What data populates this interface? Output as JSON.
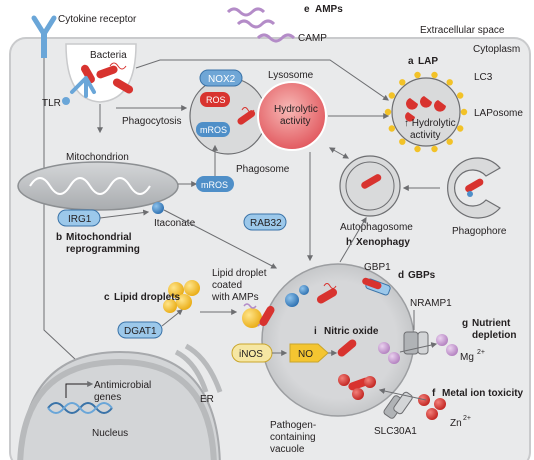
{
  "labels": {
    "cytokine_receptor": "Cytokine receptor",
    "camp": "CAMP",
    "extracellular_space": "Extracellular space",
    "cytoplasm": "Cytoplasm",
    "bacteria": "Bacteria",
    "tlr": "TLR",
    "phagocytosis": "Phagocytosis",
    "nox2": "NOX2",
    "ros": "ROS",
    "mros": "mROS",
    "lysosome": "Lysosome",
    "hydrolytic_activity_line1": "Hydrolytic",
    "hydrolytic_activity_line2": "activity",
    "phagosome": "Phagosome",
    "lc3": "LC3",
    "laposome": "LAPosome",
    "lap_hydrolytic_line1": "↑ Hydrolytic",
    "lap_hydrolytic_line2": "activity",
    "mitochondrion": "Mitochondrion",
    "mros_cyto": "mROS",
    "irg1": "IRG1",
    "itaconate": "Itaconate",
    "rab32": "RAB32",
    "autophagosome": "Autophagosome",
    "phagophore": "Phagophore",
    "lipid_droplet_line1": "Lipid droplet",
    "lipid_droplet_line2": "coated",
    "lipid_droplet_line3": "with AMPs",
    "dgat1": "DGAT1",
    "gbp1": "GBP1",
    "nramp1": "NRAMP1",
    "inos": "iNOS",
    "no": "NO",
    "mg": "Mg",
    "mg_sup": "2+",
    "zn": "Zn",
    "zn_sup": "2+",
    "slc30a1": "SLC30A1",
    "antimicrobial_line1": "Antimicrobial",
    "antimicrobial_line2": "genes",
    "nucleus": "Nucleus",
    "er": "ER",
    "pcv_line1": "Pathogen-",
    "pcv_line2": "containing",
    "pcv_line3": "vacuole"
  },
  "sections": {
    "a": {
      "letter": "a",
      "title": "LAP"
    },
    "b": {
      "letter": "b",
      "title_line1": "Mitochondrial",
      "title_line2": "reprogramming"
    },
    "c": {
      "letter": "c",
      "title": "Lipid droplets"
    },
    "d": {
      "letter": "d",
      "title": "GBPs"
    },
    "e": {
      "letter": "e",
      "title": "AMPs"
    },
    "f": {
      "letter": "f",
      "title": "Metal ion toxicity"
    },
    "g": {
      "letter": "g",
      "title_line1": "Nutrient",
      "title_line2": "depletion"
    },
    "h": {
      "letter": "h",
      "title": "Xenophagy"
    },
    "i": {
      "letter": "i",
      "title": "Nitric oxide"
    }
  },
  "colors": {
    "cell": "#e9eaeb",
    "vacuole": "#d9dadb",
    "bacteria": "#d8332f",
    "blue_label": "#4f8fc8",
    "light_blue": "#9cc8ea",
    "lysosome": "#e8656a",
    "lipid": "#f2c228",
    "no": "#f4c531",
    "mg": "#c79ad0",
    "zn": "#d8332f",
    "arrow": "#6d6e71"
  }
}
